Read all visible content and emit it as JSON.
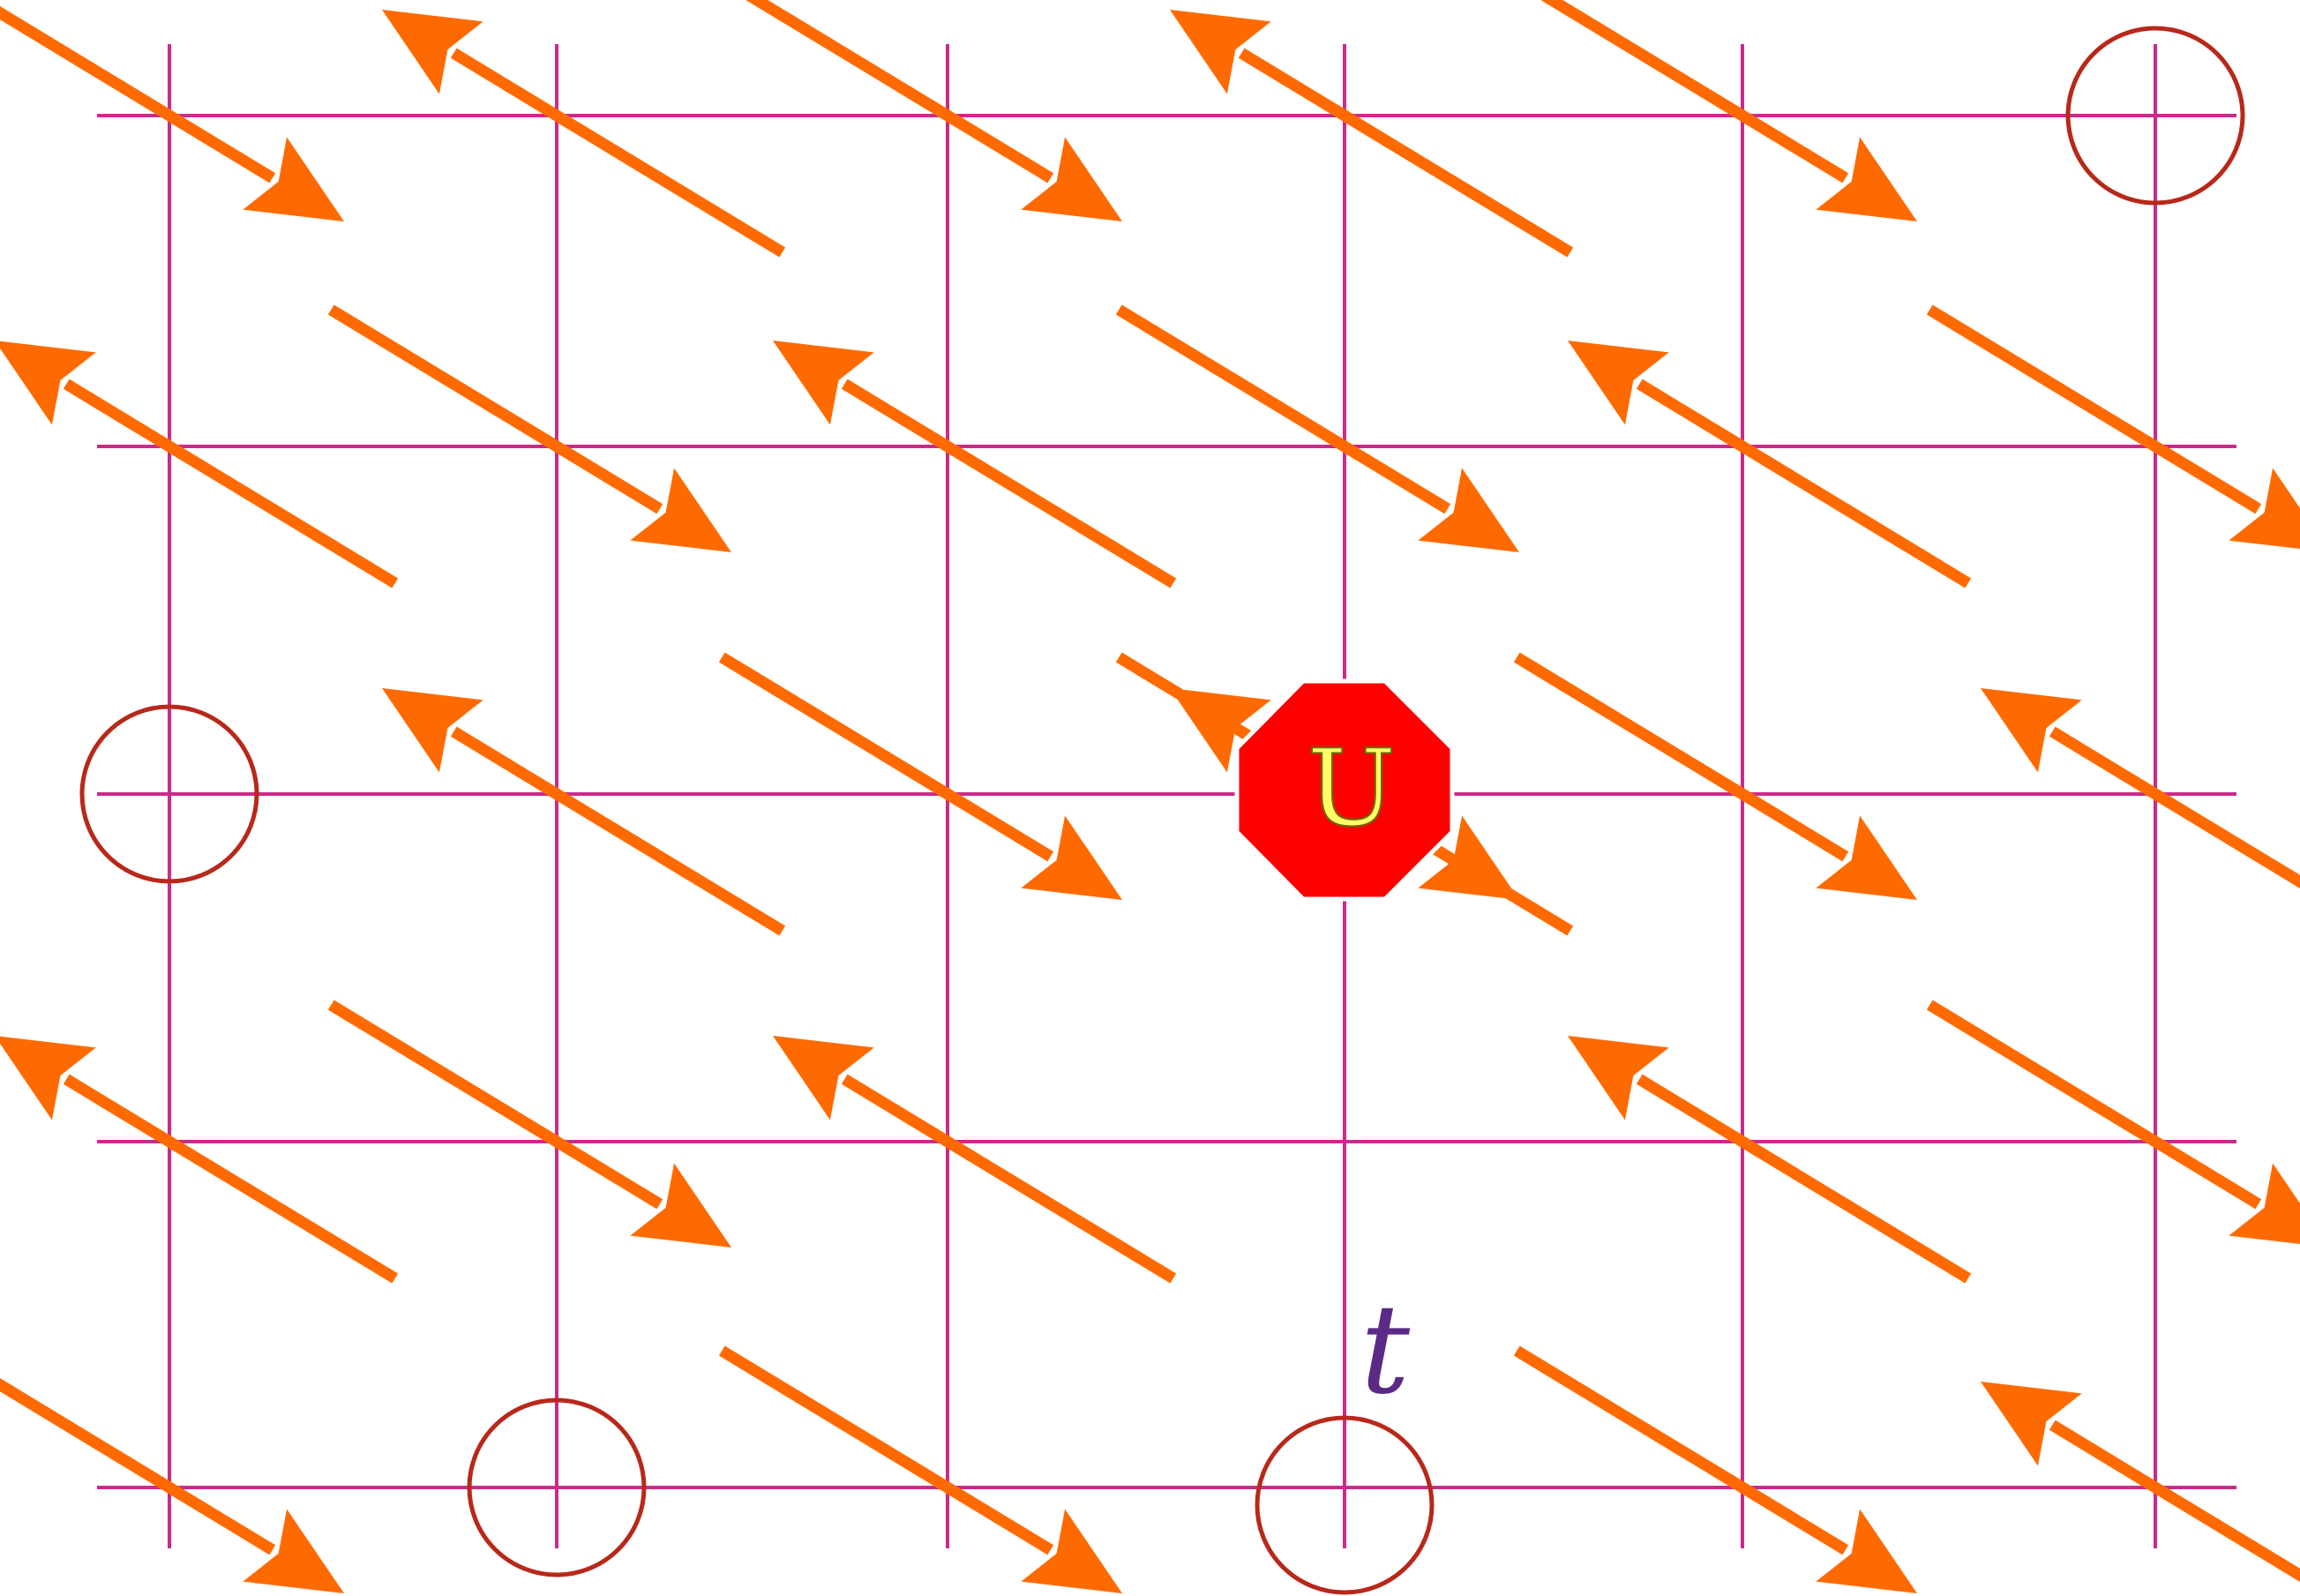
{
  "diagram": {
    "lattice": {
      "columns": 6,
      "rows": 5,
      "line_color": "#cc2a8a"
    },
    "spins": {
      "color": "#ff6a00",
      "description_rows": [
        [
          "down",
          "up",
          "down",
          "up",
          "down",
          null
        ],
        [
          "up",
          "down",
          "up",
          "down",
          "up",
          "down"
        ],
        [
          null,
          "up",
          "down",
          "up-down",
          "down",
          "up"
        ],
        [
          "up",
          "down",
          "up",
          null,
          "up",
          "down"
        ],
        [
          "down",
          null,
          "down",
          null,
          "down",
          "up"
        ]
      ]
    },
    "holes": {
      "color": "#b8281a",
      "sites": [
        {
          "row": 0,
          "col": 5
        },
        {
          "row": 2,
          "col": 0
        },
        {
          "row": 4,
          "col": 1
        },
        {
          "row": 4,
          "col": 3
        }
      ]
    },
    "interaction": {
      "label": "U",
      "fill": "#ff0000",
      "text_color": "#ffff66",
      "site": {
        "row": 2,
        "col": 3
      }
    },
    "hopping": {
      "label": "t",
      "color": "#5b2a86"
    }
  }
}
